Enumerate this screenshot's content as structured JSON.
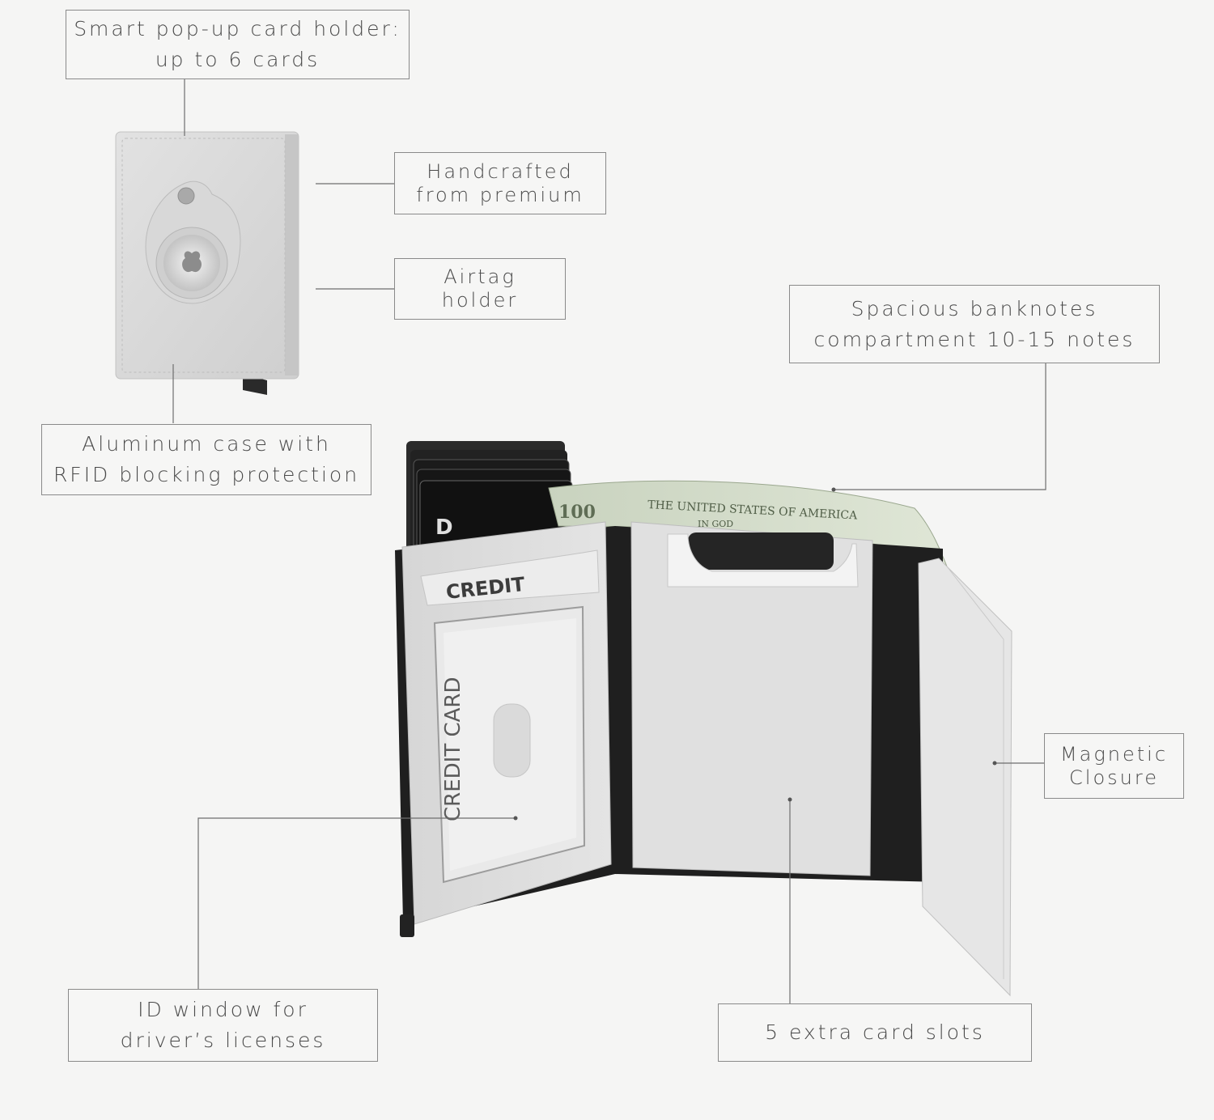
{
  "callouts": {
    "card_holder": [
      "Smart pop-up card holder:",
      "up to 6 cards"
    ],
    "handcrafted": [
      "Handcrafted",
      "from premium"
    ],
    "airtag": [
      "Airtag",
      "holder"
    ],
    "banknotes": [
      "Spacious banknotes",
      "compartment 10-15 notes"
    ],
    "aluminum": [
      "Aluminum case with",
      "RFID blocking protection"
    ],
    "magnetic": [
      "Magnetic",
      "Closure"
    ],
    "id_window": [
      "ID window for",
      "driver’s licenses"
    ],
    "card_slots": [
      "5 extra card slots"
    ]
  },
  "product_print": {
    "credit_label": "CREDIT",
    "credit_card_vertical": "CREDIT CARD",
    "banknote_denomination": "100",
    "banknote_text": "THE UNITED STATES OF AMERICA",
    "banknote_sub": "IN GOD"
  },
  "colors": {
    "background": "#f5f5f4",
    "leather": "#dcdcdc",
    "inner_black": "#1f1f1f",
    "line": "#6e6e6e"
  }
}
